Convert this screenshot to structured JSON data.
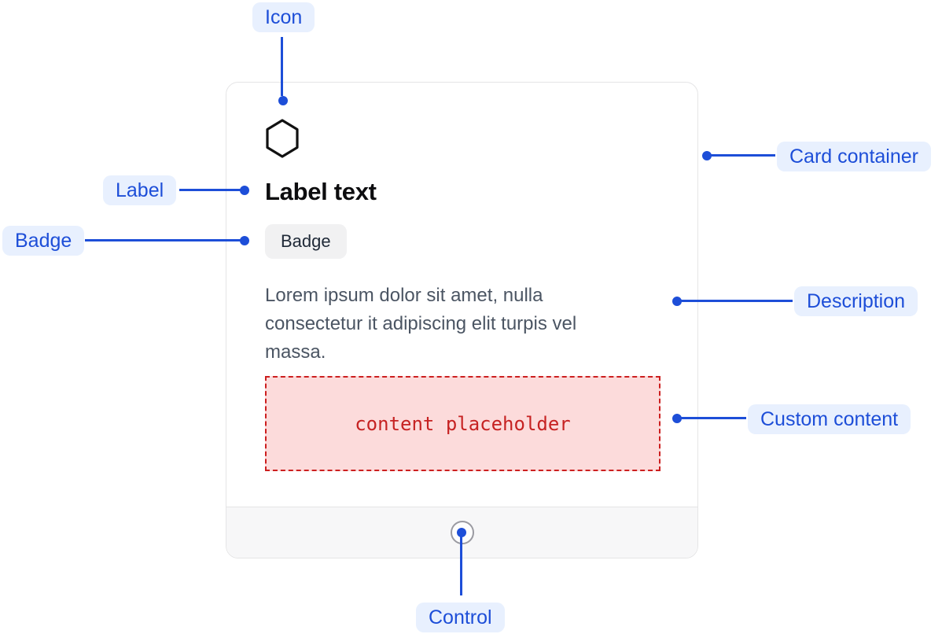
{
  "colors": {
    "accent": "#1d4ed8",
    "callout_pill_bg": "#e8f0fe",
    "card_border": "#e5e5e6",
    "card_bg": "#ffffff",
    "footer_bg": "#f7f7f8",
    "badge_bg": "#f1f1f2",
    "badge_text": "#1f2937",
    "title_text": "#0d0d0f",
    "description_text": "#4b5563",
    "placeholder_bg": "#fcdbdb",
    "placeholder_border": "#cc1f1f",
    "placeholder_text": "#c62222",
    "control_ring": "#9a9aa1",
    "icon_stroke": "#111111"
  },
  "callouts": {
    "icon": {
      "label": "Icon"
    },
    "label": {
      "label": "Label"
    },
    "badge": {
      "label": "Badge"
    },
    "card_container": {
      "label": "Card container"
    },
    "description": {
      "label": "Description"
    },
    "custom_content": {
      "label": "Custom content"
    },
    "control": {
      "label": "Control"
    }
  },
  "card": {
    "icon": "hexagon-icon",
    "label": "Label text",
    "badge": "Badge",
    "description": "Lorem ipsum dolor sit amet, nulla consectetur it adipiscing elit turpis vel massa.",
    "custom_content": "content placeholder"
  }
}
